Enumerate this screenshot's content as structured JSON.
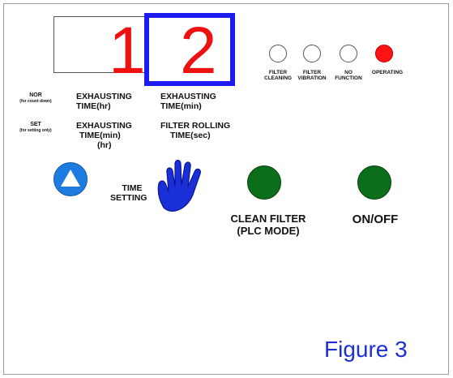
{
  "display": {
    "left_digit": "1",
    "right_digit": "2",
    "digit_color": "#ee1111",
    "highlight_color": "#1c1cf0"
  },
  "indicators": [
    {
      "label_line1": "FILTER",
      "label_line2": "CLEANING",
      "state": "off"
    },
    {
      "label_line1": "FILTER",
      "label_line2": "VIBRATION",
      "state": "off"
    },
    {
      "label_line1": "NO",
      "label_line2": "FUNCTION",
      "state": "off"
    },
    {
      "label_line1": "OPERATING",
      "label_line2": "",
      "state": "on",
      "color": "#ff1212"
    }
  ],
  "rows": {
    "nor": {
      "title": "NOR",
      "sub": "(for count down)"
    },
    "set": {
      "title": "SET",
      "sub": "(for setting only)"
    }
  },
  "labels": {
    "exhausting_hr_1": "EXHAUSTING",
    "exhausting_hr_2": "TIME(hr)",
    "exhausting_min_1": "EXHAUSTING",
    "exhausting_min_2": "TIME(min)",
    "set_min_1": "EXHAUSTING",
    "set_min_2": "TIME(min)",
    "set_min_3": "(hr)",
    "rolling_1": "FILTER ROLLING",
    "rolling_2": "TIME(sec)",
    "time_setting_1": "TIME",
    "time_setting_2": "SETTING",
    "clean_filter_1": "CLEAN FILTER",
    "clean_filter_2": "(PLC MODE)",
    "on_off": "ON/OFF"
  },
  "icons": {
    "up_button": "triangle-up-icon",
    "hand": "hand-icon"
  },
  "colors": {
    "green_button": "#0b6e1a",
    "blue_button": "#1e7be0",
    "hand": "#1a2fd8",
    "caption": "#1b2fd6"
  },
  "caption": "Figure 3"
}
